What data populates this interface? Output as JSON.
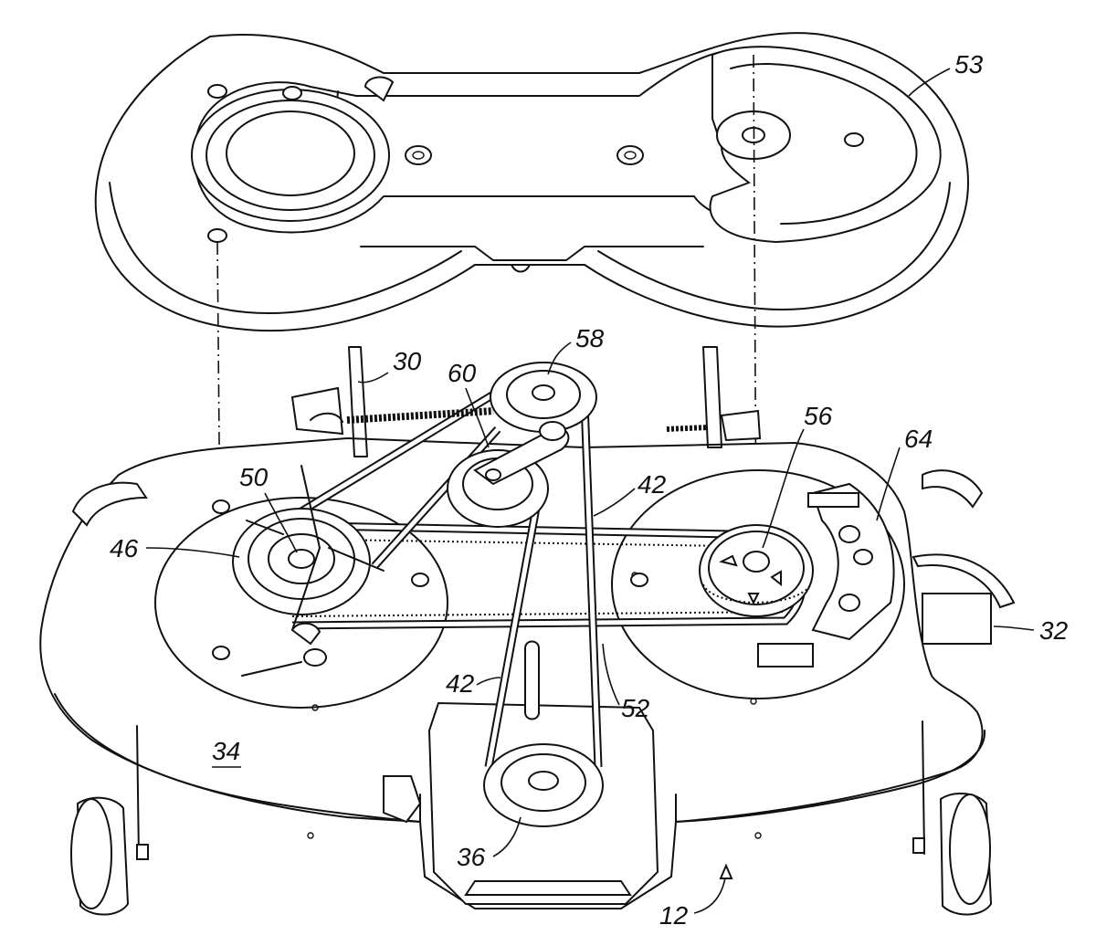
{
  "labels": {
    "l53": "53",
    "l58": "58",
    "l30": "30",
    "l60": "60",
    "l56": "56",
    "l64": "64",
    "l50": "50",
    "l42a": "42",
    "l46": "46",
    "l32": "32",
    "l42b": "42",
    "l52": "52",
    "l34": "34",
    "l36": "36",
    "l12": "12"
  }
}
